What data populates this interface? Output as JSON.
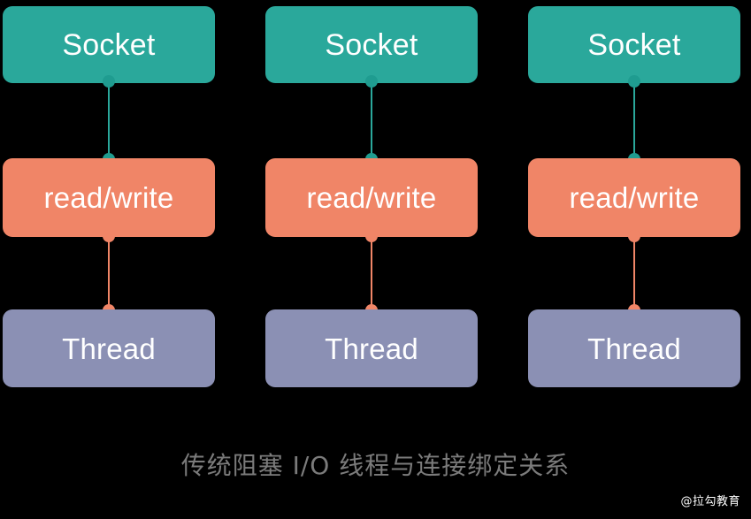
{
  "background_color": "#000000",
  "diagram": {
    "type": "flow-chain",
    "caption": "传统阻塞 I/O 线程与连接绑定关系",
    "caption_color": "#7b7b7b",
    "watermark": "@拉勾教育",
    "watermark_color": "#ffffff",
    "node_colors": {
      "socket": "#2aa89b",
      "read_write": "#f08567",
      "thread": "#8b90b4",
      "node_text": "#ffffff"
    },
    "connector_colors": {
      "socket_to_read_write": "#2aa89b",
      "read_write_to_thread": "#f08567"
    },
    "columns": [
      {
        "id": "chain-1",
        "nodes": [
          {
            "id": "socket",
            "label": "Socket"
          },
          {
            "id": "read-write",
            "label": "read/write"
          },
          {
            "id": "thread",
            "label": "Thread"
          }
        ]
      },
      {
        "id": "chain-2",
        "nodes": [
          {
            "id": "socket",
            "label": "Socket"
          },
          {
            "id": "read-write",
            "label": "read/write"
          },
          {
            "id": "thread",
            "label": "Thread"
          }
        ]
      },
      {
        "id": "chain-3",
        "nodes": [
          {
            "id": "socket",
            "label": "Socket"
          },
          {
            "id": "read-write",
            "label": "read/write"
          },
          {
            "id": "thread",
            "label": "Thread"
          }
        ]
      }
    ]
  }
}
